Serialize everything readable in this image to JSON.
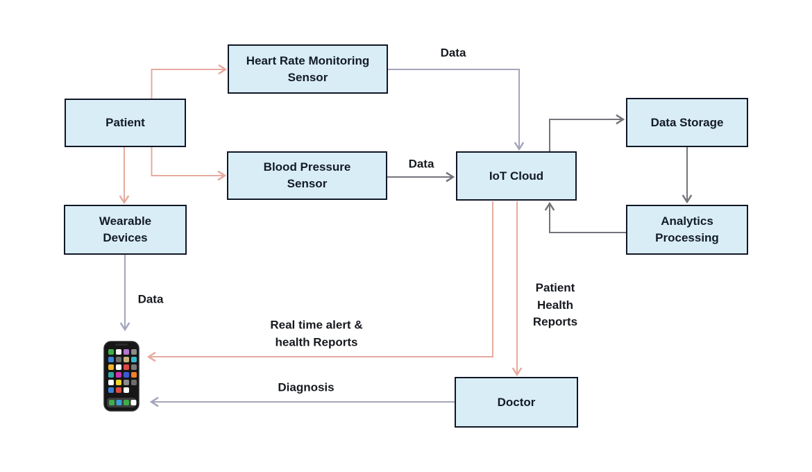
{
  "diagram": {
    "nodes": {
      "patient": {
        "label": "Patient"
      },
      "heart_rate": {
        "label": "Heart Rate Monitoring Sensor"
      },
      "blood_pressure": {
        "label": "Blood Pressure Sensor"
      },
      "iot_cloud": {
        "label": "IoT Cloud"
      },
      "data_storage": {
        "label": "Data Storage"
      },
      "analytics": {
        "label": "Analytics Processing"
      },
      "wearable": {
        "label": "Wearable Devices"
      },
      "doctor": {
        "label": "Doctor"
      },
      "smartphone": {
        "icon": "smartphone-icon"
      }
    },
    "edges": [
      {
        "from": "patient",
        "to": "heart_rate",
        "label": "",
        "color": "salmon"
      },
      {
        "from": "patient",
        "to": "blood_pressure",
        "label": "",
        "color": "salmon"
      },
      {
        "from": "patient",
        "to": "wearable",
        "label": "",
        "color": "salmon"
      },
      {
        "from": "heart_rate",
        "to": "iot_cloud",
        "label": "Data",
        "color": "gray_light"
      },
      {
        "from": "blood_pressure",
        "to": "iot_cloud",
        "label": "Data",
        "color": "gray_dark"
      },
      {
        "from": "wearable",
        "to": "smartphone",
        "label": "Data",
        "color": "gray_light"
      },
      {
        "from": "iot_cloud",
        "to": "data_storage",
        "label": "",
        "color": "gray_dark"
      },
      {
        "from": "data_storage",
        "to": "analytics",
        "label": "",
        "color": "gray_dark"
      },
      {
        "from": "analytics",
        "to": "iot_cloud",
        "label": "",
        "color": "gray_dark"
      },
      {
        "from": "iot_cloud",
        "to": "smartphone",
        "label": "Real time alert & health Reports",
        "color": "salmon"
      },
      {
        "from": "iot_cloud",
        "to": "doctor",
        "label": "Patient Health Reports",
        "color": "salmon"
      },
      {
        "from": "doctor",
        "to": "smartphone",
        "label": "Diagnosis",
        "color": "gray_light"
      }
    ],
    "colors": {
      "node_fill": "#d9edf7",
      "node_border": "#0f1626",
      "text": "#131b26",
      "salmon": "#e7aa9e",
      "gray_light": "#a4a4bc",
      "gray_dark": "#73737b",
      "background": "#ffffff"
    }
  }
}
